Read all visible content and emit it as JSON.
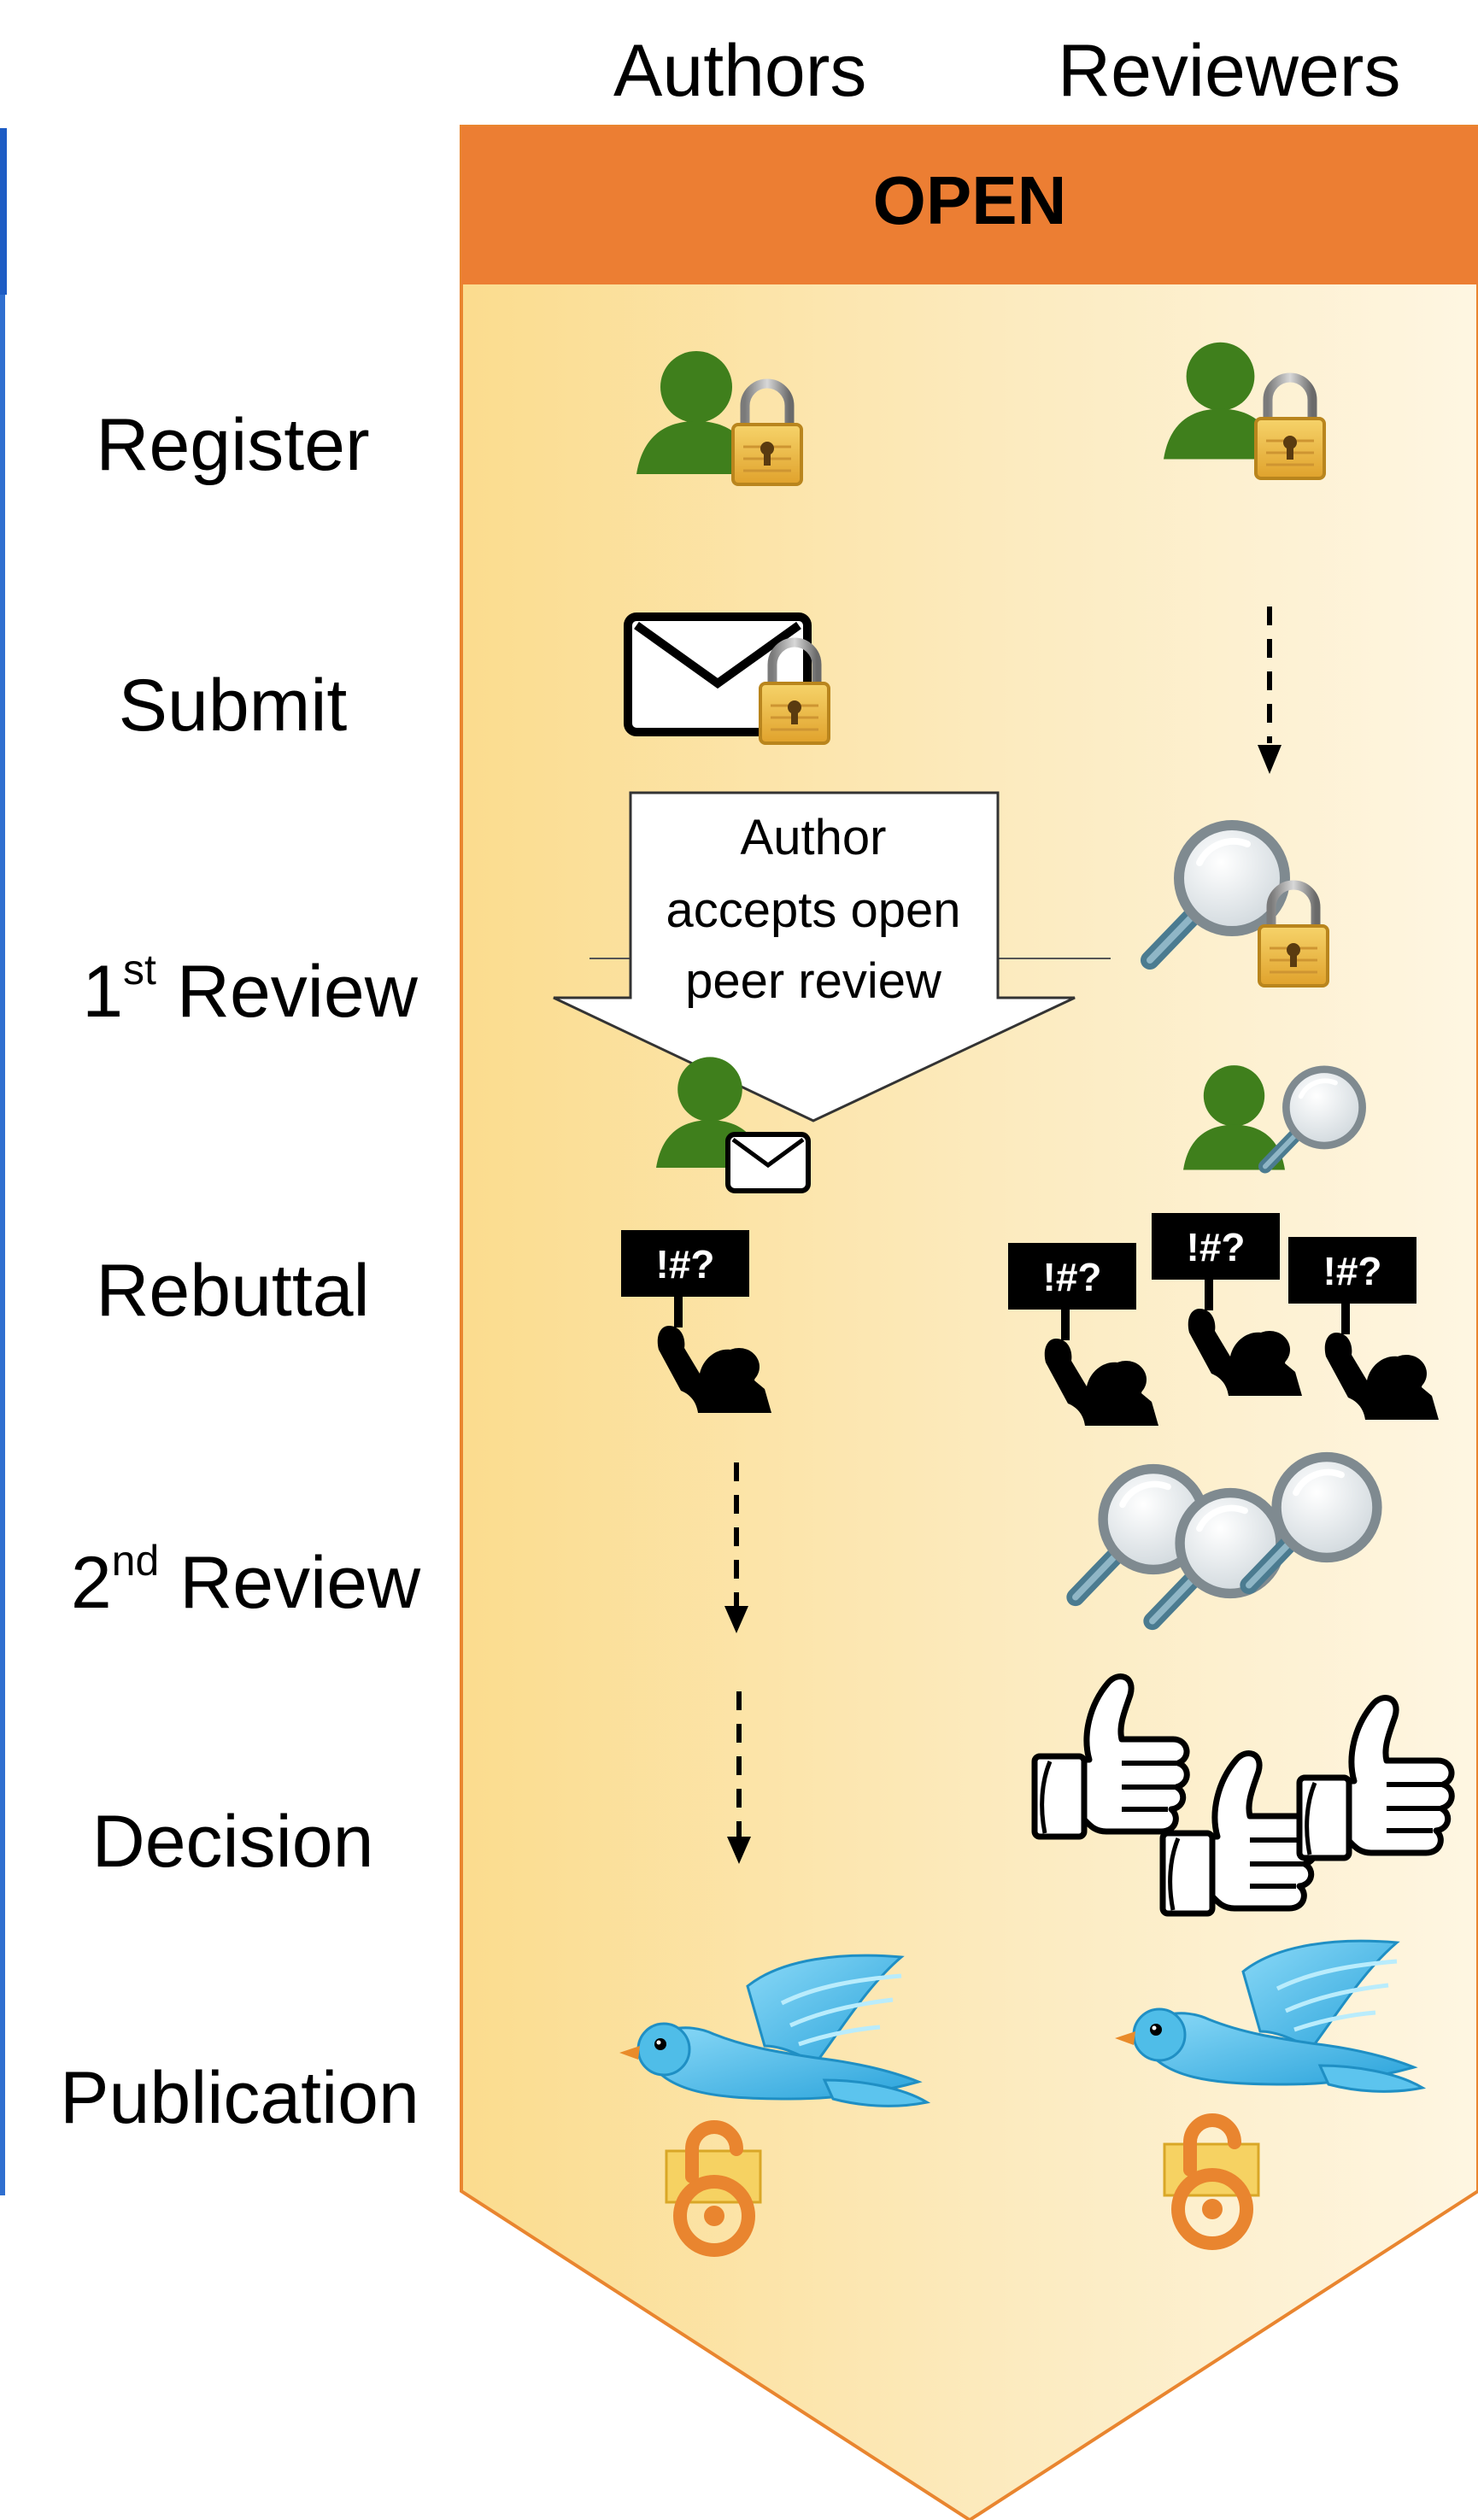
{
  "columns": {
    "authors": "Authors",
    "reviewers": "Reviewers"
  },
  "banner": {
    "label": "OPEN",
    "color": "#EC7E33"
  },
  "stages": [
    {
      "id": "register",
      "label": "Register"
    },
    {
      "id": "submit",
      "label": "Submit"
    },
    {
      "id": "first-review",
      "prefix": "1",
      "sup": "st",
      "rest": " Review"
    },
    {
      "id": "rebuttal",
      "label": "Rebuttal"
    },
    {
      "id": "second-review",
      "prefix": "2",
      "sup": "nd",
      "rest": " Review"
    },
    {
      "id": "decision",
      "label": "Decision"
    },
    {
      "id": "publication",
      "label": "Publication"
    }
  ],
  "callout": {
    "line1": "Author",
    "line2": "accepts open",
    "line3": "peer review"
  },
  "protest_sign": "!#?",
  "colors": {
    "person": "#3F7F1C",
    "lock": "#E8B23A",
    "bird": "#3FB5E8",
    "open_access": "#E9852F",
    "panel_light": "#FDF3D9",
    "panel_warm": "#FBDC8E"
  }
}
